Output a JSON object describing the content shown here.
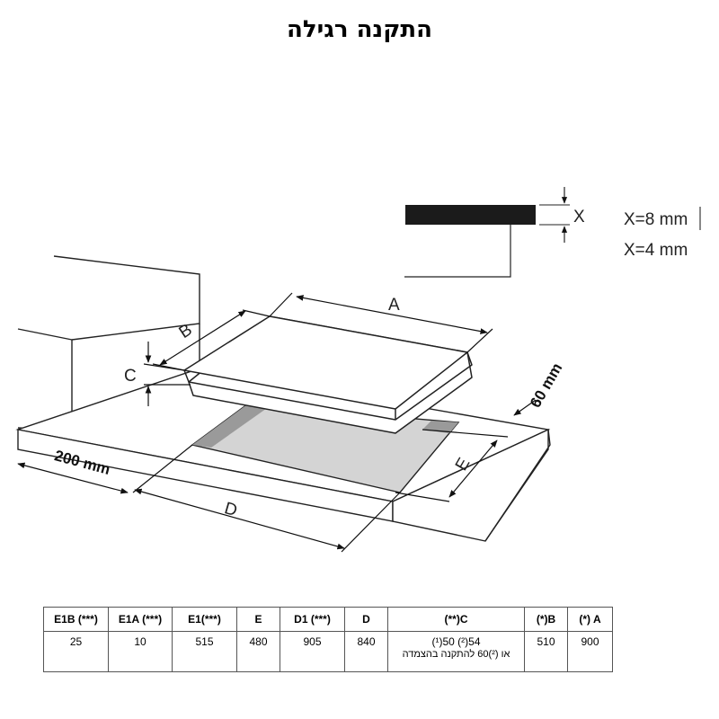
{
  "title": "התקנה רגילה",
  "diagram": {
    "labels": {
      "A": "A",
      "B": "B",
      "C": "C",
      "D": "D",
      "E": "E",
      "X": "X",
      "depth_60": "60 mm",
      "side_200": "200 mm",
      "x_flush": "X=8 mm",
      "x_standard": "X=4 mm"
    }
  },
  "table": {
    "headers": [
      "E1B (***)",
      "E1A (***)",
      "E1(***)",
      "E",
      "D1 (***)",
      "D",
      "(**)C",
      "(*)B",
      "(*) A"
    ],
    "row": {
      "e1b": "25",
      "e1a": "10",
      "e1": "515",
      "e": "480",
      "d1": "905",
      "d": "840",
      "c_line1": "54(²) 50(¹)",
      "c_line2": "או (²)60 להתקנה בהצמדה",
      "b": "510",
      "a": "900"
    }
  }
}
